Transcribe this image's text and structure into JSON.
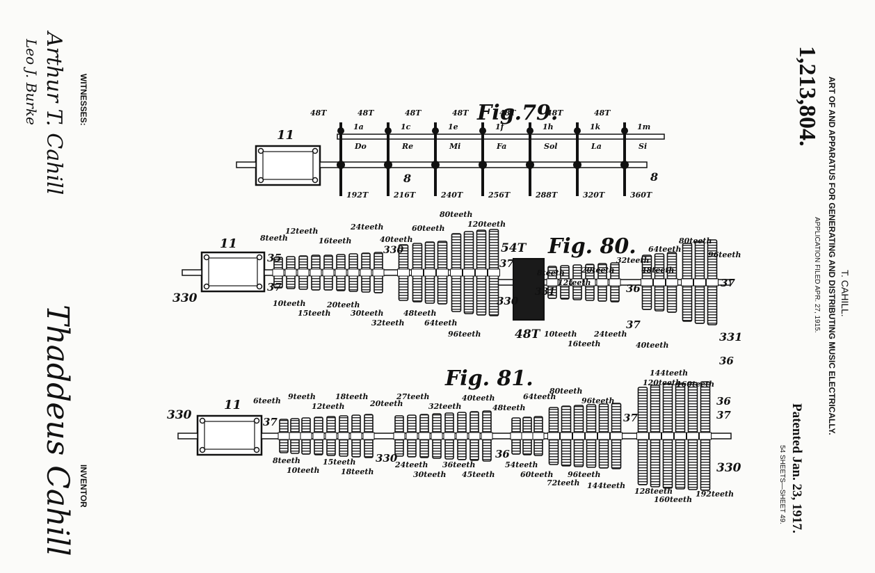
{
  "header": {
    "patent_number": "1,213,804.",
    "inventor_name": "T. CAHILL.",
    "title": "ART OF AND APPARATUS FOR GENERATING AND DISTRIBUTING MUSIC ELECTRICALLY.",
    "filed": "APPLICATION FILED APR. 27, 1915.",
    "patented": "Patented Jan. 23, 1917.",
    "sheet": "54 SHEETS—SHEET 49."
  },
  "witnesses": {
    "label": "WITNESSES:",
    "signature_1": "Arthur T. Cahill",
    "signature_2": "Leo J. Burke"
  },
  "inventor": {
    "label": "INVENTOR",
    "signature": "Thaddeus Cahill"
  },
  "fig79": {
    "title": "Fig.79.",
    "motor_ref": "11",
    "shaft_ref_1": "8",
    "shaft_ref_2": "8",
    "notes": [
      "Do",
      "Re",
      "Mi",
      "Fa",
      "Sol",
      "La",
      "Si"
    ],
    "top_teeth": [
      "48T",
      "48T",
      "48T",
      "48T",
      "48T",
      "48T",
      "48T"
    ],
    "lower_teeth": [
      "192T",
      "216T",
      "240T",
      "256T",
      "288T",
      "320T",
      "360T"
    ],
    "rod_refs": [
      "1a",
      "1c",
      "1e",
      "1f",
      "1h",
      "1k",
      "1m"
    ]
  },
  "fig80": {
    "title": "Fig. 80.",
    "motor_ref": "11",
    "refs": {
      "shaft_a": "330",
      "shaft_b": "330",
      "shaft_c": "331",
      "shaft_d": "331",
      "shaft_e": "330",
      "r35": "35",
      "r37a": "37",
      "r37b": "37",
      "r37c": "37",
      "r37d": "37",
      "r36a": "36",
      "r36b": "36",
      "big_top": "54T",
      "big_bottom": "48T"
    },
    "upper_labels": [
      "8teeth",
      "12teeth",
      "16teeth",
      "24teeth",
      "40teeth",
      "60teeth",
      "80teeth",
      "120teeth",
      "8teeth",
      "12teeth",
      "20teeth",
      "32teeth",
      "48teeth",
      "64teeth",
      "80teeth",
      "96teeth"
    ],
    "lower_labels": [
      "10teeth",
      "15teeth",
      "20teeth",
      "30teeth",
      "32teeth",
      "48teeth",
      "64teeth",
      "96teeth",
      "10teeth",
      "16teeth",
      "24teeth",
      "40teeth"
    ]
  },
  "fig81": {
    "title": "Fig. 81.",
    "motor_ref": "11",
    "refs": {
      "left": "330",
      "mid": "330",
      "right": "330",
      "r37a": "37",
      "r37b": "37",
      "r37c": "37",
      "r36a": "36",
      "r36b": "36"
    },
    "upper_labels": [
      "6teeth",
      "9teeth",
      "12teeth",
      "18teeth",
      "20teeth",
      "27teeth",
      "32teeth",
      "40teeth",
      "48teeth",
      "64teeth",
      "80teeth",
      "96teeth",
      "120teeth",
      "144teeth",
      "160teeth"
    ],
    "lower_labels": [
      "8teeth",
      "10teeth",
      "15teeth",
      "18teeth",
      "24teeth",
      "30teeth",
      "36teeth",
      "45teeth",
      "54teeth",
      "60teeth",
      "72teeth",
      "96teeth",
      "144teeth",
      "128teeth",
      "160teeth",
      "192teeth"
    ]
  }
}
